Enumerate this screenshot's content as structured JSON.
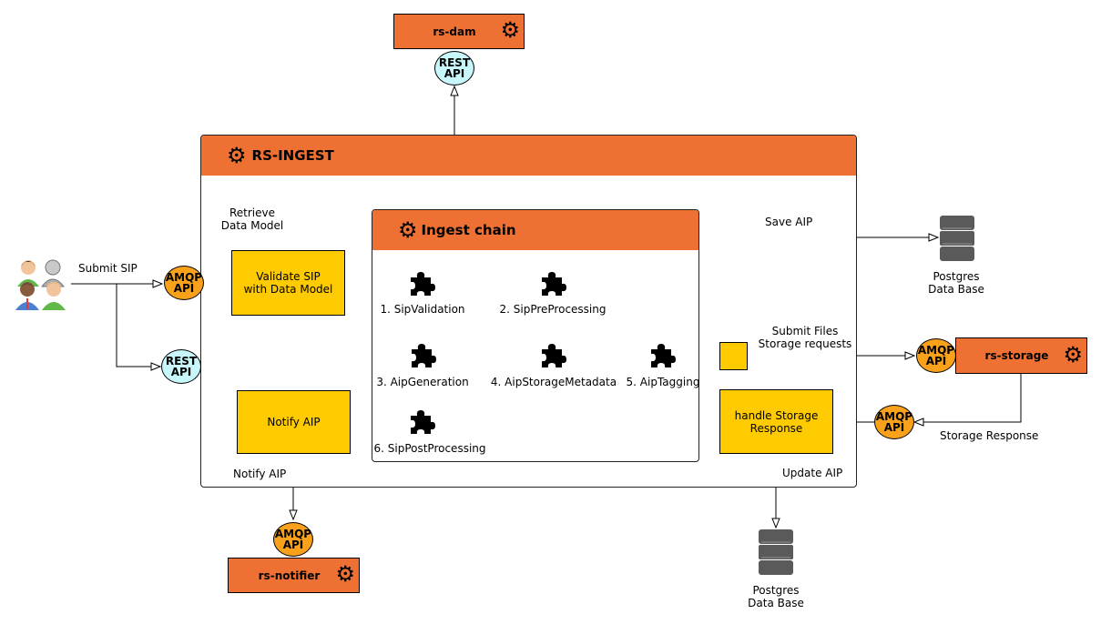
{
  "colors": {
    "service": "#ee7133",
    "amqp": "#f9a11b",
    "rest": "#c8f7fb",
    "process": "#fecb00",
    "db": "#5a5a5a"
  },
  "actor_icon": "users-icon",
  "services": {
    "rs_dam": "rs-dam",
    "rs_storage": "rs-storage",
    "rs_notifier": "rs-notifier"
  },
  "api": {
    "amqp": [
      "AMQP",
      "API"
    ],
    "rest": [
      "REST",
      "API"
    ]
  },
  "rs_ingest": {
    "title": "RS-INGEST",
    "validate": [
      "Validate SIP",
      "with Data Model"
    ],
    "notify": "Notify AIP",
    "handle_storage": [
      "handle Storage",
      "Response"
    ],
    "ingest_chain": {
      "title": "Ingest chain",
      "steps": [
        "1. SipValidation",
        "2. SipPreProcessing",
        "3. AipGeneration",
        "4. AipStorageMetadata",
        "5. AipTagging",
        "6. SipPostProcessing"
      ]
    }
  },
  "edges": {
    "submit_sip": "Submit SIP",
    "retrieve_data_model": [
      "Retrieve",
      "Data Model"
    ],
    "save_aip": "Save AIP",
    "submit_files": [
      "Submit Files",
      "Storage requests"
    ],
    "storage_response": "Storage Response",
    "update_aip": "Update AIP",
    "notify_aip": "Notify AIP"
  },
  "databases": {
    "top": [
      "Postgres",
      "Data Base"
    ],
    "bottom": [
      "Postgres",
      "Data Base"
    ]
  }
}
